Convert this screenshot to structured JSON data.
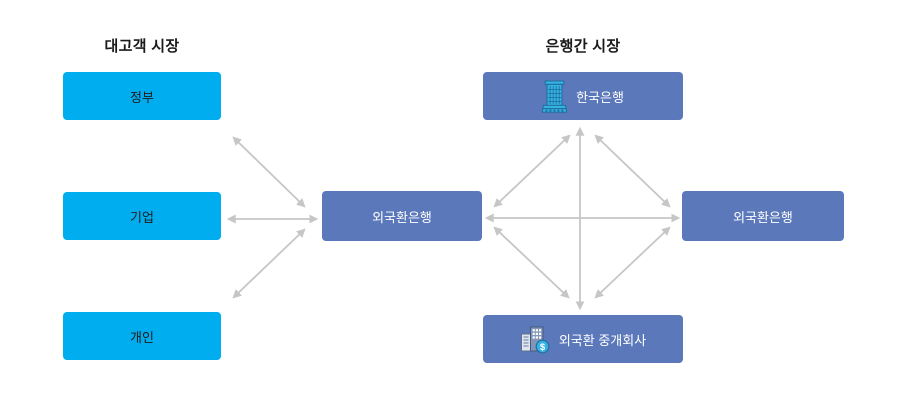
{
  "headings": {
    "customer_market": "대고객 시장",
    "interbank_market": "은행간 시장"
  },
  "nodes": {
    "government": {
      "label": "정부"
    },
    "corporate": {
      "label": "기업"
    },
    "individual": {
      "label": "개인"
    },
    "fx_bank_center": {
      "label": "외국환은행"
    },
    "bank_of_korea": {
      "label": "한국은행",
      "icon": "bank-building-icon"
    },
    "fx_bank_right": {
      "label": "외국환은행"
    },
    "fx_broker": {
      "label": "외국환 중개회사",
      "icon": "buildings-dollar-icon"
    }
  },
  "edges": [
    {
      "from": "government",
      "to": "fx_bank_center",
      "direction": "both"
    },
    {
      "from": "corporate",
      "to": "fx_bank_center",
      "direction": "both"
    },
    {
      "from": "individual",
      "to": "fx_bank_center",
      "direction": "both"
    },
    {
      "from": "fx_bank_center",
      "to": "bank_of_korea",
      "direction": "both"
    },
    {
      "from": "fx_bank_center",
      "to": "fx_bank_right",
      "direction": "both"
    },
    {
      "from": "fx_bank_center",
      "to": "fx_broker",
      "direction": "both"
    },
    {
      "from": "bank_of_korea",
      "to": "fx_broker",
      "direction": "both"
    },
    {
      "from": "bank_of_korea",
      "to": "fx_bank_right",
      "direction": "both"
    },
    {
      "from": "fx_broker",
      "to": "fx_bank_right",
      "direction": "both"
    }
  ],
  "colors": {
    "customer_box": "#00aeef",
    "bank_box": "#5b79ba",
    "arrow": "#c6c6c6",
    "customer_box_text": "#1c1c1c",
    "bank_box_text": "#ffffff",
    "heading_text": "#1a1a1a",
    "icon_fill": "#35b2e3",
    "icon_outline": "#1e6f9d"
  }
}
